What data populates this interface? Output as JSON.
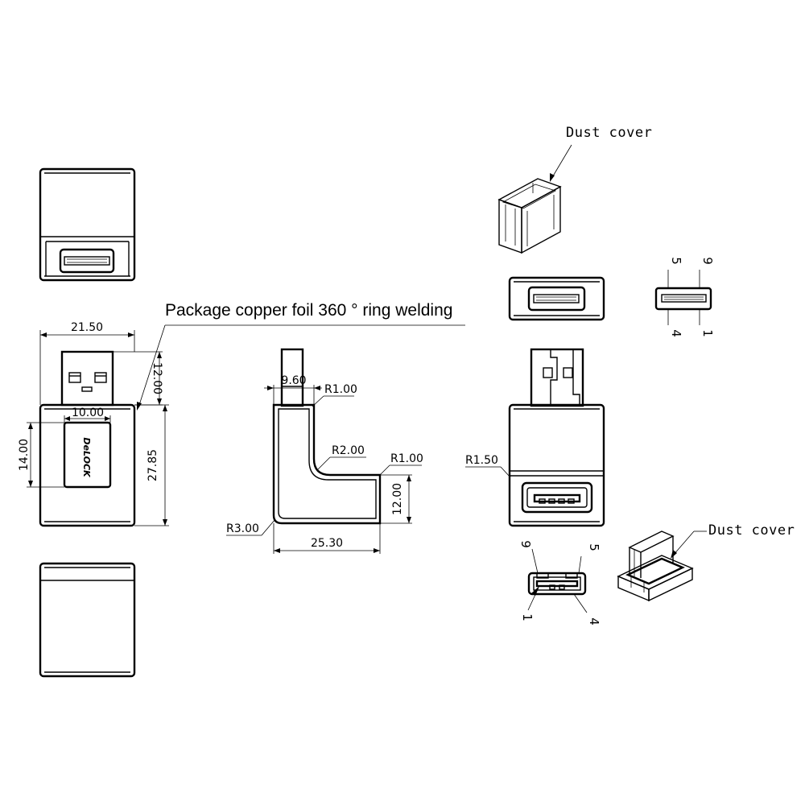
{
  "annotations": {
    "package_note": "Package copper foil 360 ° ring welding",
    "dust_cover_top": "Dust cover",
    "dust_cover_bottom": "Dust cover"
  },
  "logo_text": "DeLOCK",
  "dimensions": {
    "width_21_50": "21.50",
    "height_12_00_plug": "12.00",
    "width_10_00": "10.00",
    "height_14_00": "14.00",
    "height_27_85": "27.85",
    "width_9_60": "9.60",
    "radius_r1_00_a": "R1.00",
    "radius_r2_00": "R2.00",
    "radius_r1_00_b": "R1.00",
    "height_12_00_side": "12.00",
    "radius_r3_00": "R3.00",
    "width_25_30": "25.30",
    "radius_r1_50": "R1.50"
  },
  "pin_labels": {
    "top_right": {
      "top_left": "5",
      "top_right": "9",
      "bottom_left": "4",
      "bottom_right": "1"
    },
    "bottom_left": {
      "top_left": "9",
      "top_right": "5",
      "bottom_left": "1",
      "bottom_right": "4"
    }
  }
}
